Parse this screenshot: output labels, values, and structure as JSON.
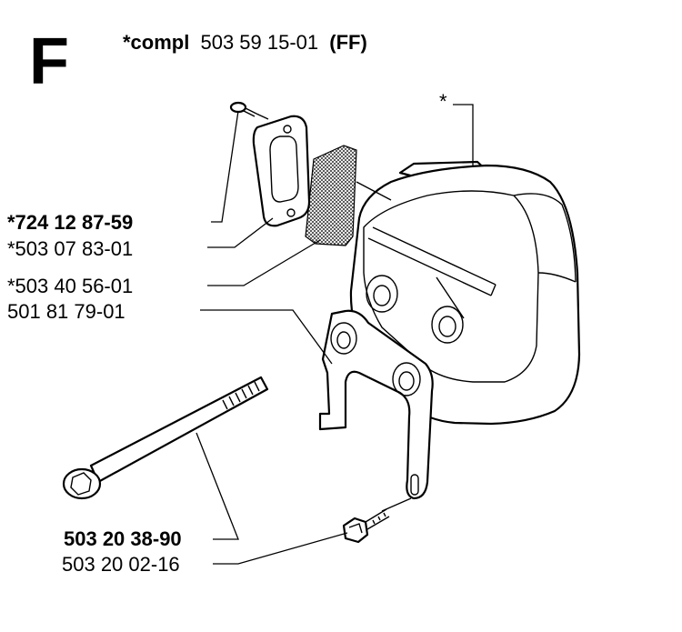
{
  "header": {
    "section_letter": "F",
    "compl_label": "*compl",
    "compl_number": "503 59 15-01",
    "compl_code": "(FF)"
  },
  "callouts": {
    "star": "*",
    "p1": "*724 12 87-59",
    "p2": "*503 07 83-01",
    "p3": "*503 40 56-01",
    "p4": "501 81 79-01",
    "p5": "503 20 38-90",
    "p6": "503 20 02-16"
  },
  "colors": {
    "ink": "#000000",
    "paper": "#ffffff"
  }
}
